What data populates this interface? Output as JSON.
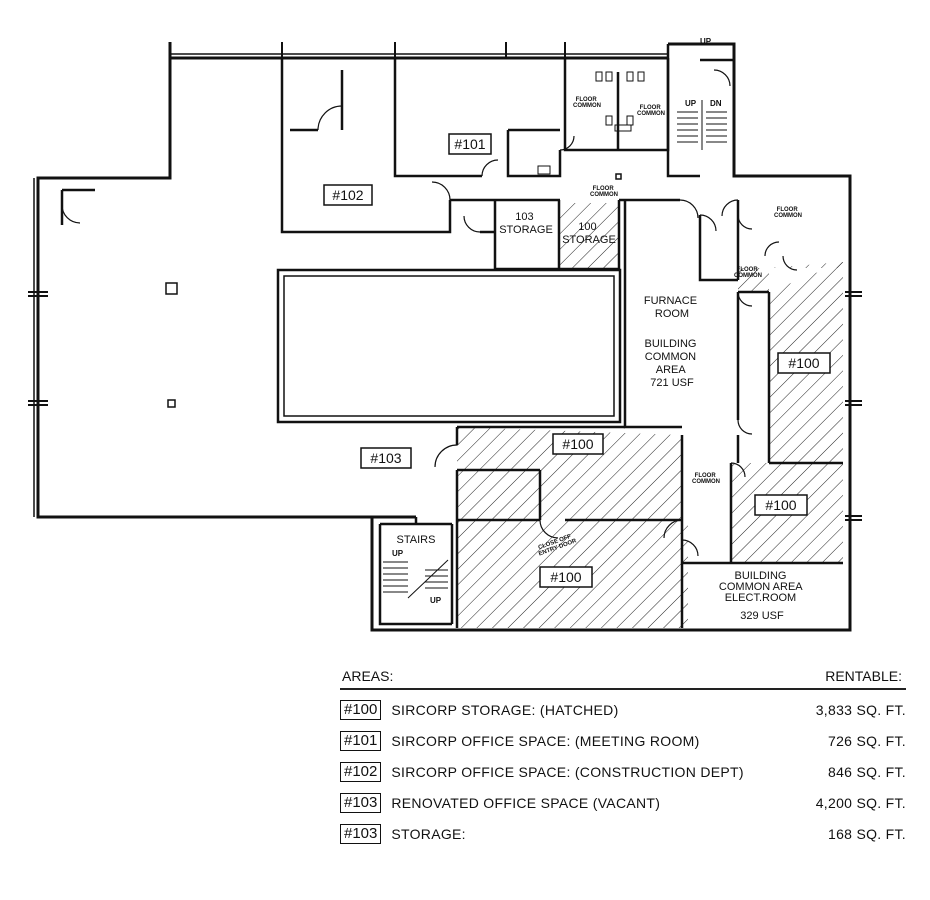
{
  "plan": {
    "room_tags": {
      "r101": "#101",
      "r102": "#102",
      "r103": "#103",
      "s100_a": "#100",
      "s100_b": "#100",
      "s100_c": "#100",
      "s100_d": "#100"
    },
    "storage_103": [
      "103",
      "STORAGE"
    ],
    "storage_100": [
      "100",
      "STORAGE"
    ],
    "furnace_room": [
      "FURNACE",
      "ROOM"
    ],
    "common_area_1": [
      "BUILDING",
      "COMMON",
      "AREA",
      "721  USF"
    ],
    "common_area_2": [
      "BUILDING",
      "COMMON AREA",
      "ELECT.ROOM",
      "329  USF"
    ],
    "stairs": "STAIRS",
    "up": "UP",
    "dn": "DN",
    "floor_common": [
      "FLOOR",
      "COMMON"
    ],
    "close_off": [
      "CLOSE OFF",
      "ENTRY DOOR"
    ]
  },
  "legend": {
    "areas_label": "AREAS:",
    "rentable_label": "RENTABLE:",
    "rows": [
      {
        "tag": "#100",
        "desc": "SIRCORP STORAGE: (HATCHED)",
        "area": "3,833  SQ.  FT."
      },
      {
        "tag": "#101",
        "desc": "SIRCORP OFFICE SPACE: (MEETING ROOM)",
        "area": "726  SQ.  FT."
      },
      {
        "tag": "#102",
        "desc": "SIRCORP OFFICE SPACE: (CONSTRUCTION DEPT)",
        "area": "846  SQ.  FT."
      },
      {
        "tag": "#103",
        "desc": "RENOVATED OFFICE SPACE (VACANT)",
        "area": "4,200  SQ.  FT."
      },
      {
        "tag": "#103",
        "desc": "STORAGE:",
        "area": "168  SQ.  FT."
      }
    ]
  }
}
